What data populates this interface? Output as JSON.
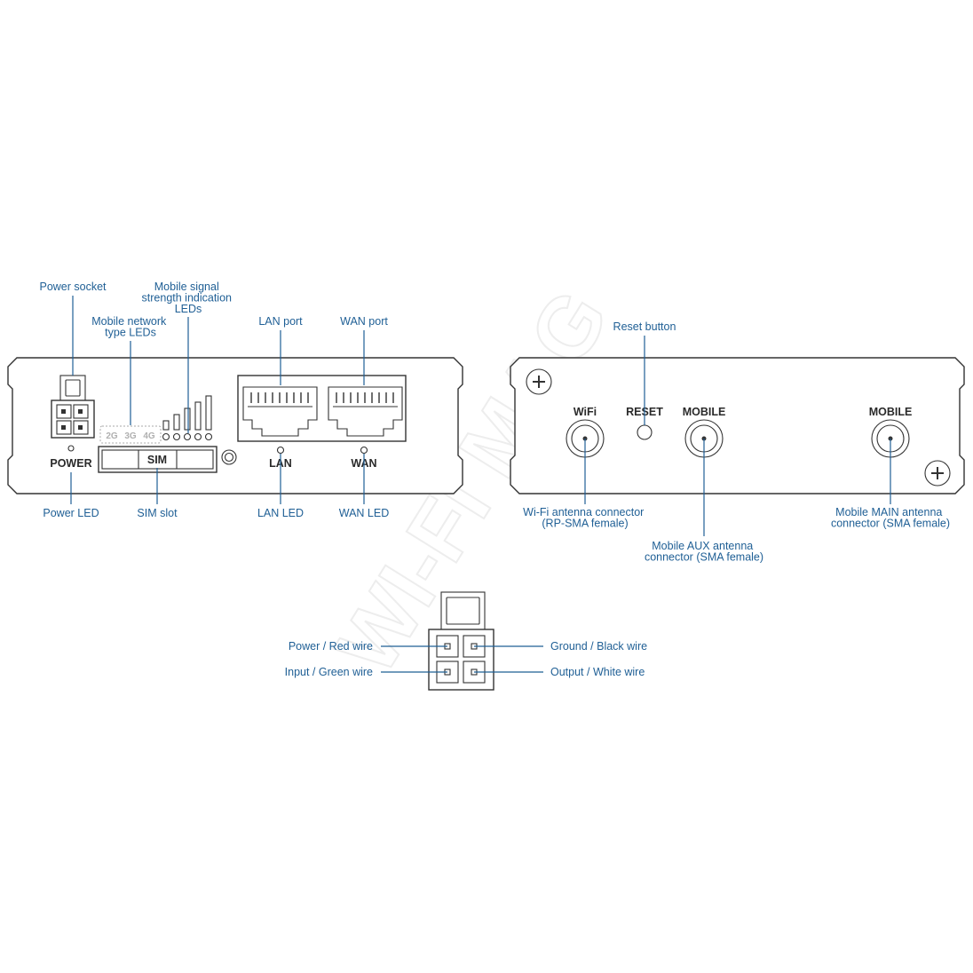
{
  "watermark": "WI-FI MAG",
  "colors": {
    "callout": "#1f5f95",
    "outline": "#333333",
    "label": "#2a2a2a"
  },
  "front_panel": {
    "labels": {
      "power": "POWER",
      "sim": "SIM",
      "lan": "LAN",
      "wan": "WAN"
    },
    "network_types": [
      "2G",
      "3G",
      "4G"
    ],
    "callouts": {
      "power_socket": "Power socket",
      "signal_leds": [
        "Mobile signal",
        "strength indication",
        "LEDs"
      ],
      "network_leds": [
        "Mobile network",
        "type LEDs"
      ],
      "lan_port": "LAN port",
      "wan_port": "WAN port",
      "power_led": "Power LED",
      "sim_slot": "SIM slot",
      "lan_led": "LAN LED",
      "wan_led": "WAN LED"
    }
  },
  "back_panel": {
    "labels": {
      "wifi": "WiFi",
      "reset": "RESET",
      "mobile_aux": "MOBILE",
      "mobile_main": "MOBILE"
    },
    "callouts": {
      "reset_button": "Reset button",
      "wifi_antenna": [
        "Wi-Fi antenna connector",
        "(RP-SMA female)"
      ],
      "aux_antenna": [
        "Mobile AUX antenna",
        "connector (SMA female)"
      ],
      "main_antenna": [
        "Mobile MAIN antenna",
        "connector (SMA female)"
      ]
    }
  },
  "connector_pinout": {
    "power": "Power / Red wire",
    "ground": "Ground / Black wire",
    "input": "Input / Green wire",
    "output": "Output / White wire"
  }
}
